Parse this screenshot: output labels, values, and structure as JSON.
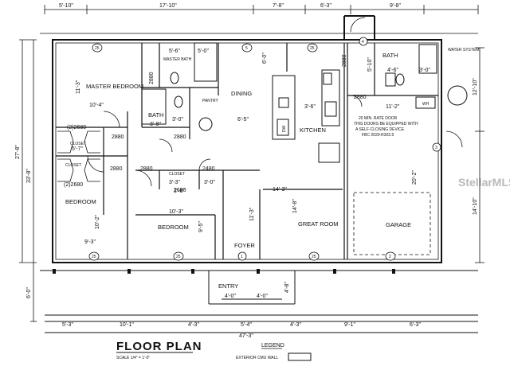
{
  "title": "FLOOR PLAN",
  "scale": "SCALE 1/4\" = 1'-0\"",
  "legend_title": "LEGEND",
  "legend_item": "EXTERIOR CMU WALL",
  "watermark": "StellarMLS",
  "rooms": {
    "master_bedroom": "MASTER BEDROOM",
    "master_bath": "MASTER BATH",
    "bath_left": "BATH",
    "pantry": "PANTRY",
    "dining": "DINING",
    "kitchen": "KITCHEN",
    "bath_right": "BATH",
    "water_system": "WATER SYSTEM",
    "wh": "WH",
    "bedroom_left": "BEDROOM",
    "bedroom_mid": "BEDROOM",
    "closet_a": "CLOSET",
    "closet_b": "CLOSET",
    "closet_c": "CLOSET",
    "foyer": "FOYER",
    "great_room": "GREAT ROOM",
    "garage": "GARAGE",
    "entry": "ENTRY",
    "dw": "DW",
    "fire_note_1": "20 MIN. RATE DOOR",
    "fire_note_2": "THIS DOORS BE EQUIPPED WITH",
    "fire_note_3": "A SELF-CLOSING DEVICE",
    "fire_note_4": "FBC 2020-R302.5"
  },
  "dims": {
    "top_1": "5'-10\"",
    "top_2": "17'-10\"",
    "top_3": "7'-8\"",
    "top_4": "6'-3\"",
    "top_5": "9'-8\"",
    "left_1": "27'-8\"",
    "left_2": "33'-8\"",
    "left_3": "6'-0\"",
    "right_1": "12'-10\"",
    "right_2": "14'-10\"",
    "bot_1": "5'-3\"",
    "bot_2": "10'-1\"",
    "bot_3": "4'-3\"",
    "bot_4": "5'-4\"",
    "bot_5": "4'-3\"",
    "bot_6": "9'-1\"",
    "bot_7": "6'-3\"",
    "bot_total": "47'-3\"",
    "mb_w": "10'-4\"",
    "mb_h": "11'-3\"",
    "mbath": "5'-6\"",
    "mbath2": "5'-0\"",
    "bath_w": "3'-8\"",
    "bath_h": "3'-0\"",
    "dining_w": "6'-5\"",
    "dining_h": "6'-0\"",
    "k_w": "3'-6\"",
    "br_w": "4'-6\"",
    "br_h": "5'-10\"",
    "br2": "3'-0\"",
    "gar_w": "11'-2\"",
    "gar_h": "20'-2\"",
    "cl_1": "(2)2680",
    "cl_2": "5'-7\"",
    "cl_3": "(2)2680",
    "bd_h": "10'-2\"",
    "bd_w": "9'-3\"",
    "bd2_w": "10'-3\"",
    "bd2_h": "9'-5\"",
    "gr_w": "14'-3\"",
    "gr_h": "14'-8\"",
    "fy_h": "11'-3\"",
    "c1": "3'-3\"",
    "c2": "3'-0\"",
    "c3": "2'-8\"",
    "e1": "4'-0\"",
    "e2": "4'-0\"",
    "e3": "4'-8\"",
    "d2880": "2880",
    "d2680": "2680",
    "d2480": "2480"
  },
  "markers": {
    "m25": "25",
    "m5": "5",
    "m4": "4",
    "m1": "1",
    "m2": "2",
    "m3": "3"
  }
}
